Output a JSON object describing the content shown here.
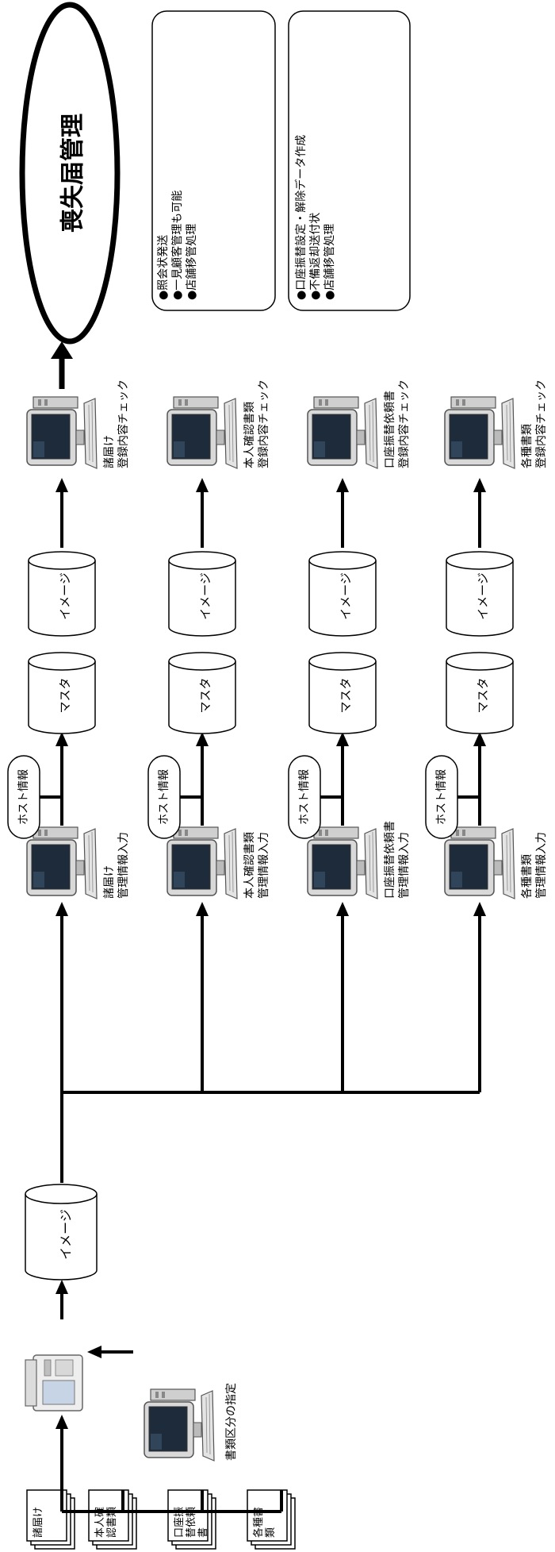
{
  "summary": {
    "title": "喪失届管理",
    "box1": {
      "line1": "●照会状発送",
      "line2": "●一見顧客管理も可能",
      "line3": "●店舗移管処理"
    },
    "box2": {
      "line1": "●口座振替設定・解除データ作成",
      "line2": "●不備返却送付状",
      "line3": "●店舗移管処理"
    }
  },
  "intake": {
    "documents": [
      {
        "label": "諸届け"
      },
      {
        "label": "本人確\n認書類"
      },
      {
        "label": "口座振\n替依頼\n書"
      },
      {
        "label": "各種書\n類"
      }
    ],
    "category_label": "書類区分の指定",
    "image_store": "イメージ"
  },
  "rows": [
    {
      "input_label": "諸届け\n管理情報入力",
      "host_label": "ホスト情報",
      "master_label": "マスタ",
      "image_label": "イメージ",
      "check_label": "諸届け\n登録内容チェック"
    },
    {
      "input_label": "本人確認書類\n管理情報入力",
      "host_label": "ホスト情報",
      "master_label": "マスタ",
      "image_label": "イメージ",
      "check_label": "本人確認書類\n登録内容チェック"
    },
    {
      "input_label": "口座振替依頼書\n管理情報入力",
      "host_label": "ホスト情報",
      "master_label": "マスタ",
      "image_label": "イメージ",
      "check_label": "口座振替依頼書\n登録内容チェック"
    },
    {
      "input_label": "各種書類\n管理情報入力",
      "host_label": "ホスト情報",
      "master_label": "マスタ",
      "image_label": "イメージ",
      "check_label": "各種書類\n登録内容チェック"
    }
  ]
}
